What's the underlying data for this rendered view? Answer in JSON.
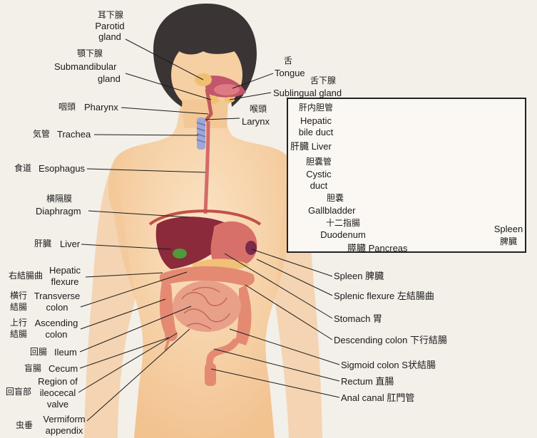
{
  "labels": {
    "parotid_jp": "耳下腺",
    "parotid_en1": "Parotid",
    "parotid_en2": "gland",
    "submand_jp": "顎下腺",
    "submand_en1": "Submandibular",
    "submand_en2": "gland",
    "tongue_jp": "舌",
    "tongue_en": "Tongue",
    "sublingual_jp": "舌下腺",
    "sublingual_en": "Sublingual gland",
    "pharynx_jp": "咽頭",
    "pharynx_en": "Pharynx",
    "larynx_jp": "喉頭",
    "larynx_en": "Larynx",
    "trachea_jp": "気管",
    "trachea_en": "Trachea",
    "esophagus_jp": "食道",
    "esophagus_en": "Esophagus",
    "diaphragm_jp": "横隔膜",
    "diaphragm_en": "Diaphragm",
    "liver_jp": "肝臓",
    "liver_en": "Liver",
    "hepflex_jp": "右結腸曲",
    "hepflex_en1": "Hepatic",
    "hepflex_en2": "flexure",
    "transverse_jp1": "横行",
    "transverse_jp2": "結腸",
    "transverse_en1": "Transverse",
    "transverse_en2": "colon",
    "ascending_jp1": "上行",
    "ascending_jp2": "結腸",
    "ascending_en1": "Ascending",
    "ascending_en2": "colon",
    "ileum_jp": "回腸",
    "ileum_en": "Ileum",
    "cecum_jp": "盲腸",
    "cecum_en": "Cecum",
    "ileocecal_jp": "回盲部",
    "ileocecal_en1": "Region of",
    "ileocecal_en2": "ileocecal",
    "ileocecal_en3": "valve",
    "appendix_jp": "虫垂",
    "appendix_en1": "Vermiform",
    "appendix_en2": "appendix",
    "spleen": "Spleen 脾臓",
    "splenicflex": "Splenic flexure 左結腸曲",
    "stomach": "Stomach 胃",
    "descending": "Descending colon 下行結腸",
    "sigmoid": "Sigmoid colon S状結腸",
    "rectum": "Rectum 直腸",
    "anal": "Anal canal 肛門管"
  },
  "inset": {
    "hepbile_jp": "肝内胆管",
    "hepbile_en1": "Hepatic",
    "hepbile_en2": "bile duct",
    "liver": "肝臓 Liver",
    "cystic_jp": "胆嚢管",
    "cystic_en1": "Cystic",
    "cystic_en2": "duct",
    "gall_jp": "胆嚢",
    "gall_en": "Gallbladder",
    "duod_jp": "十二指腸",
    "duod_en": "Duodenum",
    "pancreas": "膵臓 Pancreas",
    "spleen_en": "Spleen",
    "spleen_jp": "脾臓"
  },
  "colors": {
    "skin": "#f7d2a8",
    "liver": "#8a2a3a",
    "colon": "#e58a72",
    "stomach": "#d8706a",
    "gallbladder": "#4f9a3a",
    "pancreas": "#f0c278",
    "hair": "#3a3434"
  }
}
